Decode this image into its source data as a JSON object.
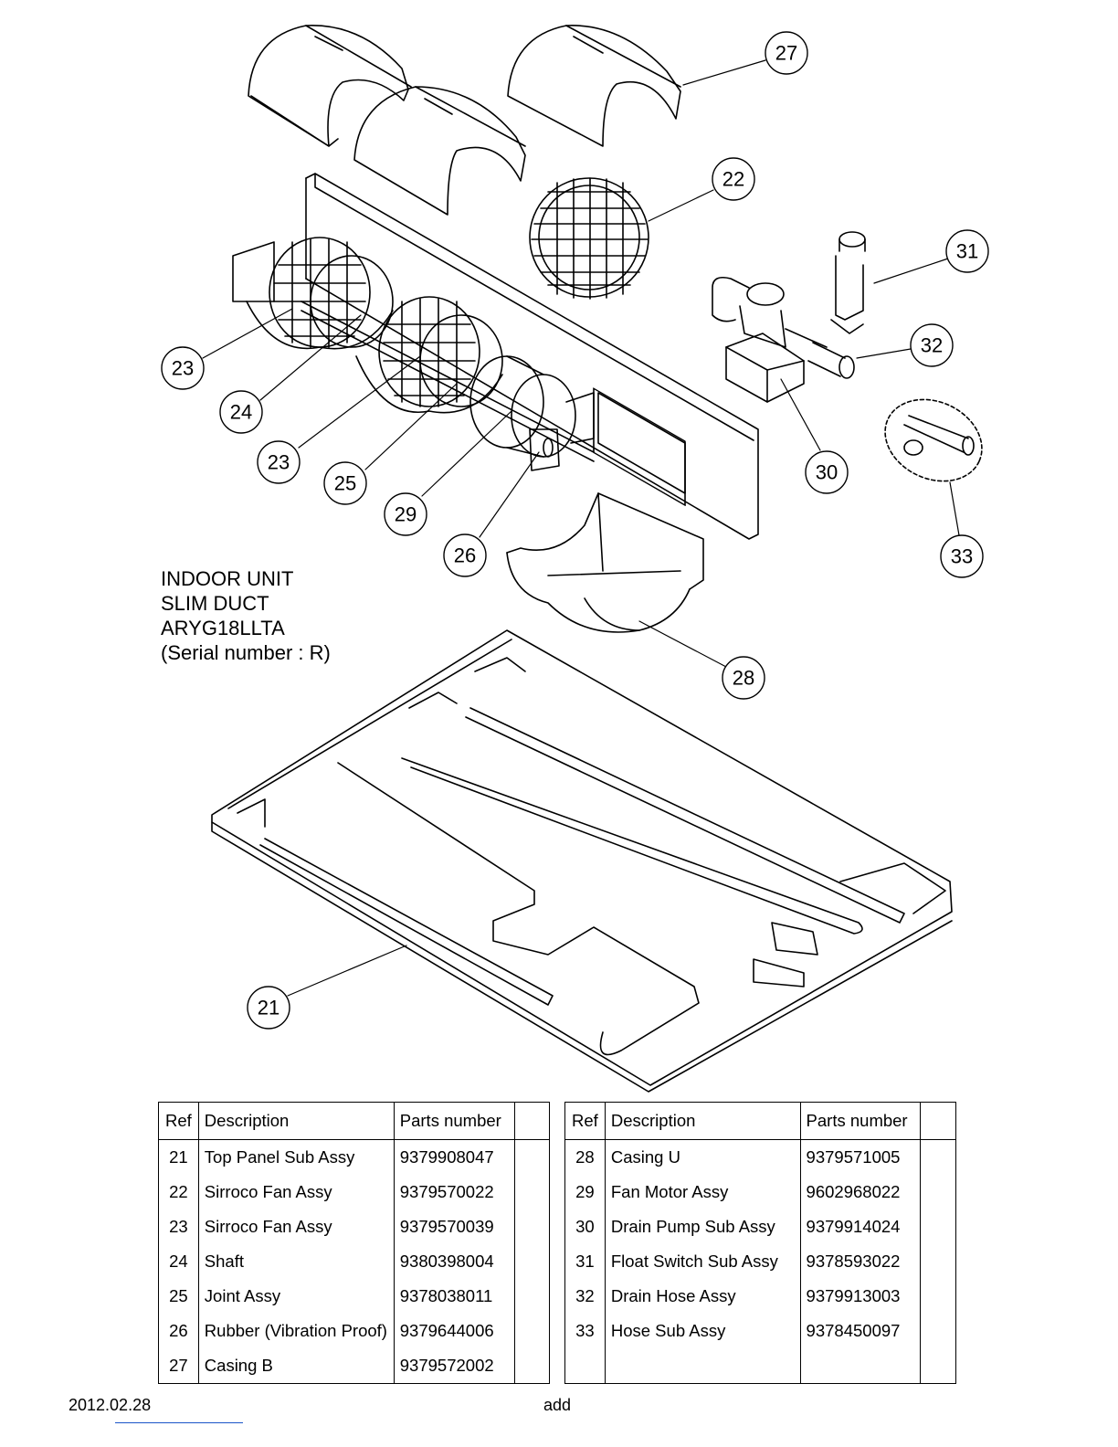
{
  "title": {
    "lines": [
      "INDOOR UNIT",
      "SLIM DUCT",
      "ARYG18LLTA",
      "(Serial number : R)"
    ]
  },
  "callouts": [
    "27",
    "22",
    "31",
    "23",
    "32",
    "24",
    "23",
    "30",
    "25",
    "29",
    "33",
    "26",
    "28",
    "21"
  ],
  "table_headers": {
    "ref": "Ref",
    "description": "Description",
    "parts_number": "Parts number"
  },
  "parts_left": [
    {
      "ref": "21",
      "description": "Top Panel Sub Assy",
      "parts_number": "9379908047"
    },
    {
      "ref": "22",
      "description": "Sirroco Fan Assy",
      "parts_number": "9379570022"
    },
    {
      "ref": "23",
      "description": "Sirroco Fan Assy",
      "parts_number": "9379570039"
    },
    {
      "ref": "24",
      "description": "Shaft",
      "parts_number": "9380398004"
    },
    {
      "ref": "25",
      "description": "Joint Assy",
      "parts_number": "9378038011"
    },
    {
      "ref": "26",
      "description": "Rubber (Vibration Proof)",
      "parts_number": "9379644006"
    },
    {
      "ref": "27",
      "description": "Casing B",
      "parts_number": "9379572002"
    }
  ],
  "parts_right": [
    {
      "ref": "28",
      "description": "Casing U",
      "parts_number": "9379571005"
    },
    {
      "ref": "29",
      "description": "Fan Motor Assy",
      "parts_number": "9602968022"
    },
    {
      "ref": "30",
      "description": "Drain Pump Sub Assy",
      "parts_number": "9379914024"
    },
    {
      "ref": "31",
      "description": "Float Switch Sub Assy",
      "parts_number": "9378593022"
    },
    {
      "ref": "32",
      "description": "Drain Hose Assy",
      "parts_number": "9379913003"
    },
    {
      "ref": "33",
      "description": "Hose Sub Assy",
      "parts_number": "9378450097"
    },
    {
      "ref": "",
      "description": "",
      "parts_number": ""
    }
  ],
  "footer": {
    "date": "2012.02.28",
    "note": "add"
  }
}
